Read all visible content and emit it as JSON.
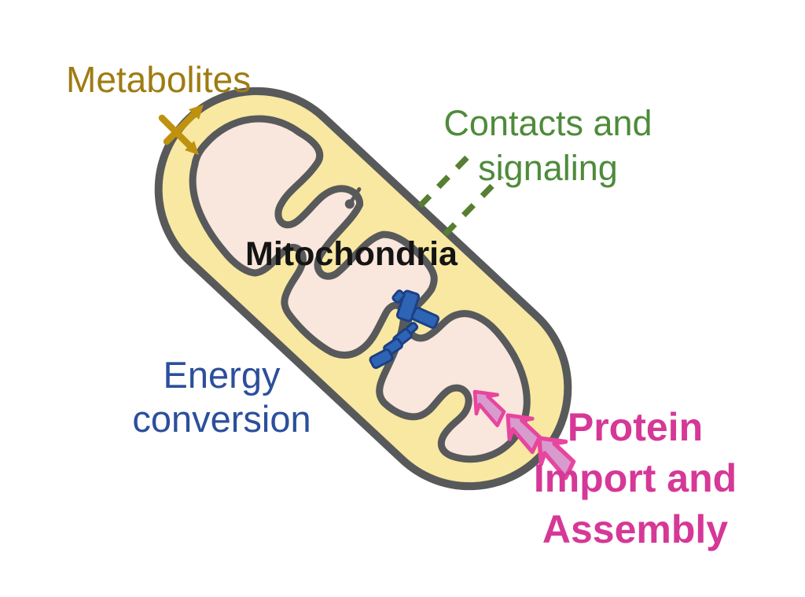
{
  "diagram": {
    "title": "Mitochondria",
    "center_label": {
      "text": "Mitochondria",
      "color": "#141414"
    },
    "labels": {
      "metabolites": {
        "text": "Metabolites",
        "color": "#9E7C12"
      },
      "contacts": {
        "line1": "Contacts and",
        "line2": "signaling",
        "color": "#4E8B3B"
      },
      "energy": {
        "line1": "Energy",
        "line2": "conversion",
        "color": "#2B4F9C"
      },
      "protein": {
        "line1": "Protein",
        "line2": "Import and",
        "line3": "Assembly",
        "color": "#D63897"
      }
    },
    "icons": {
      "metabolite_exchange_arrows": "two gold arrows crossing the outer membrane (in/out exchange)",
      "contact_signaling_dashes": "two green dashed rays leaving the outer membrane",
      "atp_synthase_complexes": "blue particle complexes lining a crista membrane",
      "protein_import_arrows": "three pink block arrows entering the membrane"
    },
    "colors": {
      "background": "#ffffff",
      "outer_fill": "#F8E8A1",
      "matrix_fill": "#F9E6DC",
      "membrane_stroke": "#58595B",
      "metabolite_arrow": "#BE920F",
      "signal_dash": "#567F31",
      "atp_fill": "#2E64B6",
      "atp_stroke": "#1D4083",
      "import_arrow_fill": "#D79BCE",
      "import_arrow_stroke": "#E8459F"
    }
  }
}
